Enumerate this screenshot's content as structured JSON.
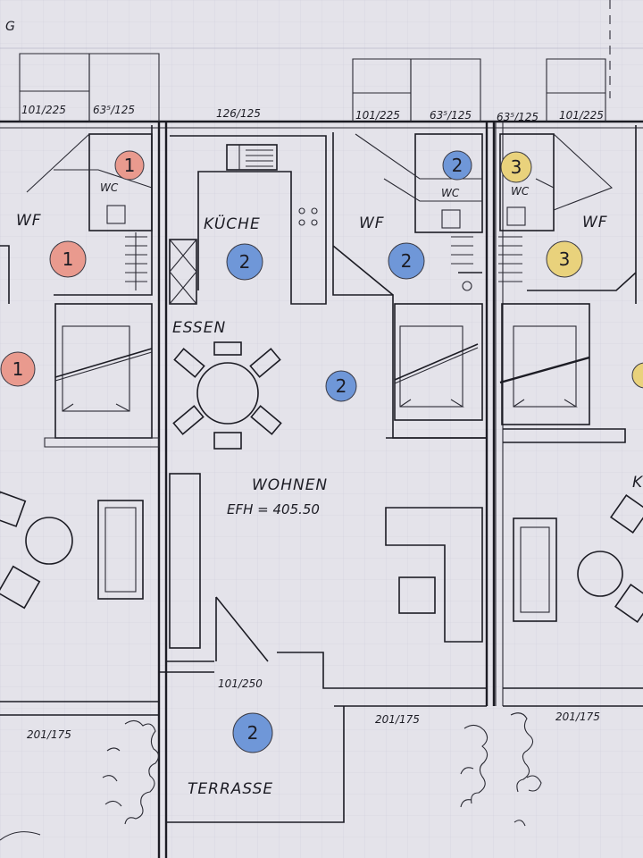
{
  "header": {
    "edge_letter": "G"
  },
  "dimensions": {
    "window_left_top": "101/225",
    "wc_window_left": "63⁵/125",
    "kitchen_window": "126/125",
    "window_mid_top": "101/225",
    "wc_window_mid": "63⁵/125",
    "wc_window_right": "63⁵/125",
    "window_right_top": "101/225",
    "terrace_door": "101/250",
    "garden_left": "201/175",
    "garden_mid": "201/175",
    "garden_right": "201/175"
  },
  "rooms": {
    "wf_left": "WF",
    "wc_left": "WC",
    "kueche": "KÜCHE",
    "wf_mid": "WF",
    "wc_mid": "WC",
    "wc_right": "WC",
    "wf_right": "WF",
    "essen": "ESSEN",
    "wohnen": "WOHNEN",
    "efh": "EFH = 405.50",
    "terrasse": "TERRASSE",
    "right_edge_letter": "K"
  },
  "markers": {
    "wc_left": {
      "number": "1",
      "color": "#e99a8e"
    },
    "wf_left": {
      "number": "1",
      "color": "#e99a8e"
    },
    "stair_left": {
      "number": "1",
      "color": "#e99a8e"
    },
    "kueche": {
      "number": "2",
      "color": "#6f97d8"
    },
    "wc_mid": {
      "number": "2",
      "color": "#6f97d8"
    },
    "wf_mid": {
      "number": "2",
      "color": "#6f97d8"
    },
    "wohnen": {
      "number": "2",
      "color": "#6f97d8"
    },
    "terrasse": {
      "number": "2",
      "color": "#6f97d8"
    },
    "wc_right": {
      "number": "3",
      "color": "#e9d27c"
    },
    "wf_right": {
      "number": "3",
      "color": "#e9d27c"
    }
  }
}
